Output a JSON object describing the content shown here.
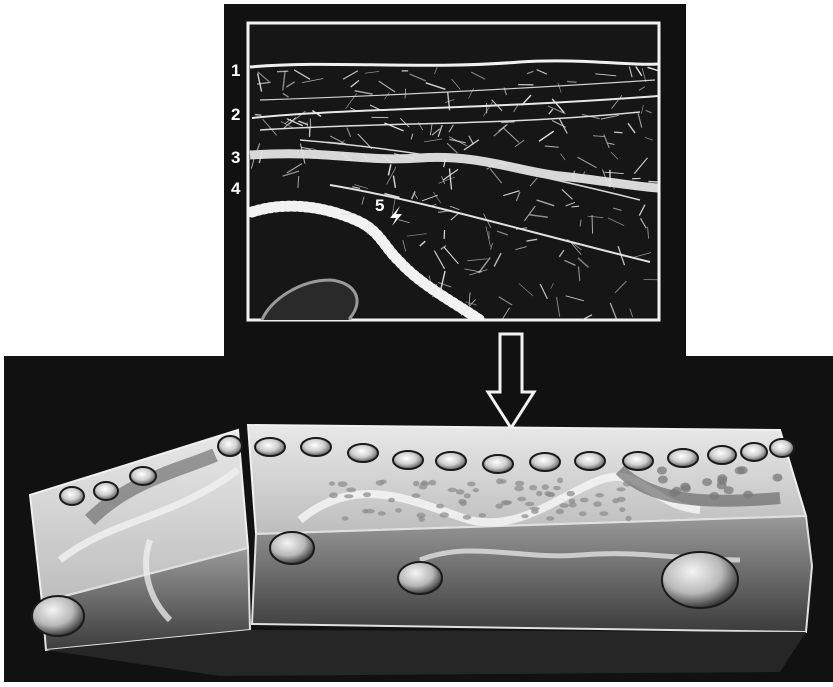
{
  "inset": {
    "layer_labels": [
      "1",
      "2",
      "3",
      "4"
    ],
    "pointer_label": "5"
  },
  "colors": {
    "background": "#ffffff",
    "panel": "#111111",
    "inset_fill": "#151515",
    "fiber": "#ededed",
    "cell_fill": "#d9d9d9",
    "frame": "#f2f2f2"
  }
}
